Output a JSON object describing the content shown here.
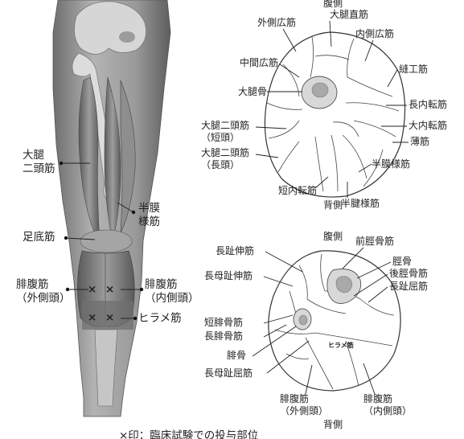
{
  "leg": {
    "labels": {
      "biceps_femoris": "大腿\n二頭筋",
      "semimembranosus": "半膜\n様筋",
      "plantaris": "足底筋",
      "gastrocnemius_lateral": "腓腹筋\n（外側頭）",
      "gastrocnemius_medial": "腓腹筋\n（内側頭）",
      "soleus": "ヒラメ筋"
    },
    "marker": "×"
  },
  "thigh": {
    "top_label": "腹側",
    "bottom_label": "背側",
    "labels": {
      "vastus_lateralis": "外側広筋",
      "rectus_femoris": "大腿直筋",
      "vastus_medialis": "内側広筋",
      "vastus_intermedius": "中間広筋",
      "sartorius": "縫工筋",
      "femur": "大腿骨",
      "adductor_longus": "長内転筋",
      "biceps_short": "大腿二頭筋\n（短頭）",
      "adductor_magnus": "大内転筋",
      "gracilis": "薄筋",
      "biceps_long": "大腿二頭筋\n（長頭）",
      "semimembranosus": "半膜様筋",
      "adductor_brevis": "短内転筋",
      "semitendinosus": "半腱様筋"
    }
  },
  "calf": {
    "top_label": "腹側",
    "bottom_label": "背側",
    "labels": {
      "tibialis_anterior": "前脛骨筋",
      "ext_digitorum_longus": "長趾伸筋",
      "tibia": "脛骨",
      "ext_hallucis_longus": "長母趾伸筋",
      "tibialis_posterior": "後脛骨筋",
      "flex_digitorum_longus": "長趾屈筋",
      "peroneus_brevis": "短腓骨筋",
      "peroneus_longus": "長腓骨筋",
      "fibula": "腓骨",
      "flex_hallucis_longus": "長母趾屈筋",
      "soleus_inner": "ヒラメ筋",
      "gastro_lateral": "腓腹筋\n（外側頭）",
      "gastro_medial": "腓腹筋\n（内側頭）"
    }
  },
  "caption": "×印：臨床試験での投与部位",
  "colors": {
    "bone": "#d8d8d8",
    "marrow": "#a9a9a9",
    "muscle": "#8a8a8a",
    "outline": "#333333"
  }
}
